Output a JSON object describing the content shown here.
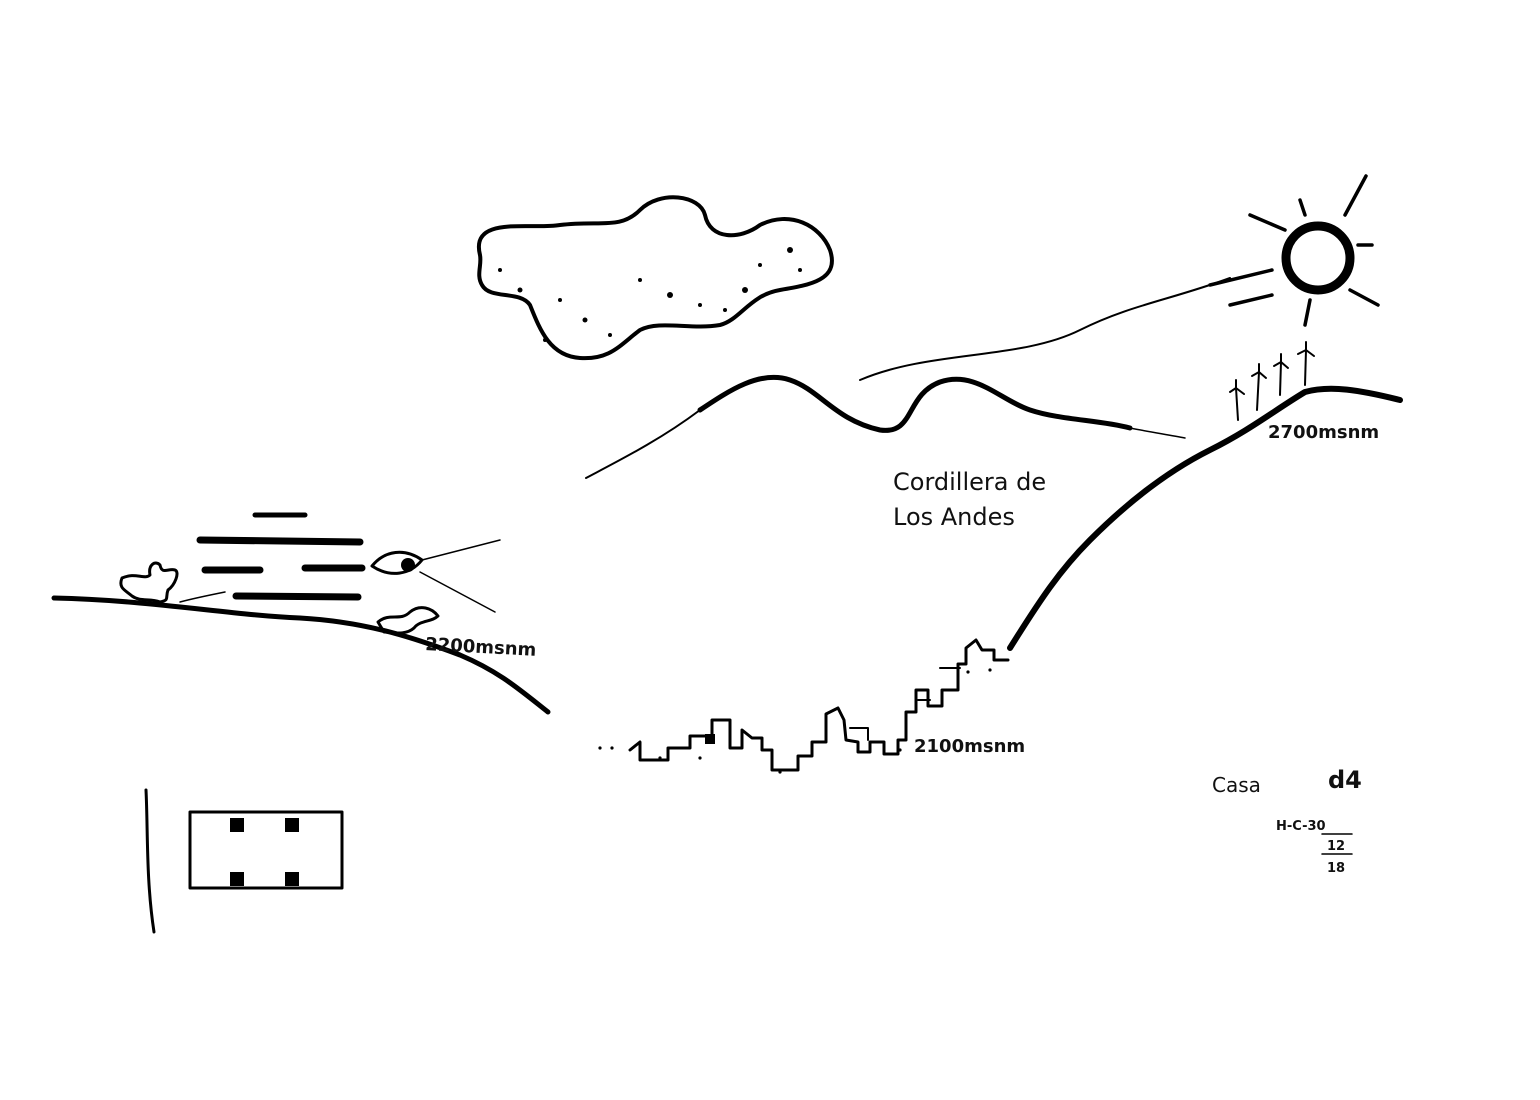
{
  "labels": {
    "cordillera_line1": "Cordillera de",
    "cordillera_line2": "Los Andes",
    "elev_left": "2200msnm",
    "elev_valley": "2100msnm",
    "elev_right": "2700msnm",
    "caption": "Casa",
    "caption_number": "d4",
    "date_line1": "H-C-30",
    "date_line2": "12",
    "date_line3": "18"
  },
  "colors": {
    "ink": "#000000",
    "paper": "#ffffff"
  },
  "icons": [
    "sun-icon",
    "cloud-icon",
    "eye-icon",
    "wind-turbine-icon",
    "cactus-icon",
    "city-skyline-icon"
  ]
}
